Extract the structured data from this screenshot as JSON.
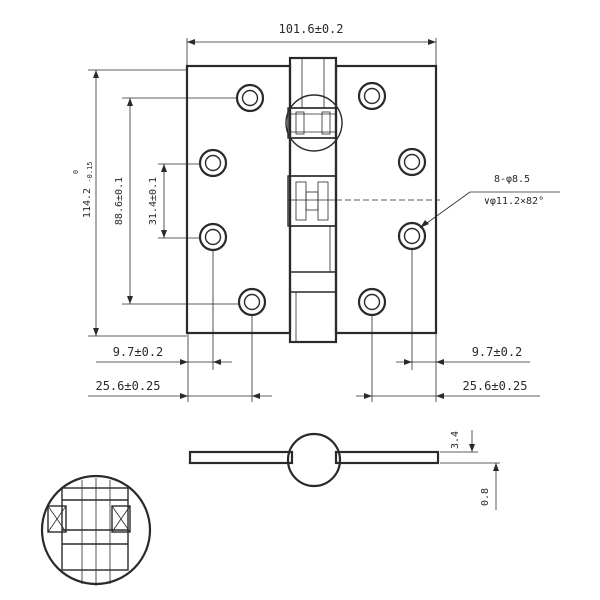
{
  "dimensions": {
    "overall_width": "101.6±0.2",
    "overall_height": "114.2",
    "height_tol_upper": "0",
    "height_tol_lower": "-0.15",
    "hole_vertical_outer": "88.6±0.1",
    "hole_vertical_inner": "31.4±0.1",
    "edge_offset_left": "9.7±0.2",
    "edge_offset_right": "9.7±0.2",
    "hole_offset_left": "25.6±0.25",
    "hole_offset_right": "25.6±0.25",
    "leaf_thickness_top": "3.4",
    "leaf_thickness_bottom": "0.8"
  },
  "callout": {
    "holes": "8-φ8.5",
    "countersink": "∨φ11.2×82°"
  }
}
